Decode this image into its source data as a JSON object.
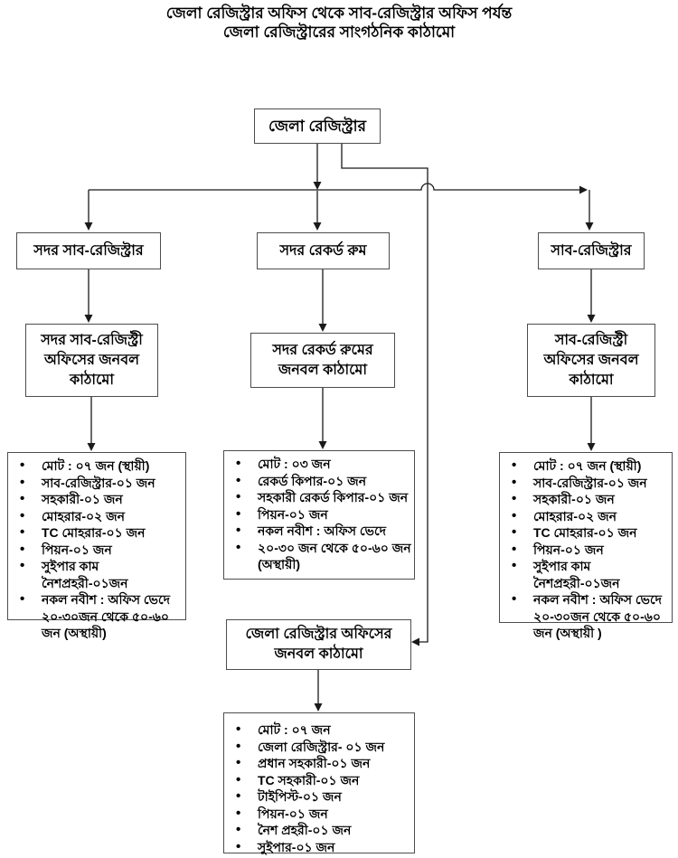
{
  "title": {
    "line1": "জেলা রেজিস্ট্রার অফিস থেকে সাব-রেজিস্ট্রার অফিস পর্যন্ত",
    "line2": "জেলা রেজিস্ট্রারের সাংগঠনিক কাঠামো"
  },
  "nodes": {
    "district_registrar": "জেলা রেজিস্ট্রার",
    "sadar_sub_registrar": "সদর সাব-রেজিস্ট্রার",
    "sadar_record_room": "সদর রেকর্ড রুম",
    "sub_registrar": "সাব-রেজিস্ট্রার",
    "sadar_sub_registry_staff": "সদর সাব-রেজিস্ট্রী অফিসের জনবল কাঠামো",
    "sadar_record_room_staff": "সদর রেকর্ড রুমের জনবল কাঠামো",
    "sub_registry_staff": "সাব-রেজিস্ট্রী অফিসের জনবল কাঠামো",
    "dr_office_staff": "জেলা রেজিস্ট্রার অফিসের জনবল কাঠামো"
  },
  "lists": {
    "sadar_sub_registry": [
      "মোট : ০৭ জন (স্থায়ী)",
      "সাব-রেজিস্ট্রার-০১ জন",
      "সহকারী-০১ জন",
      "মোহরার-০২ জন",
      "TC মোহরার-০১ জন",
      "পিয়ন-০১ জন",
      "সুইপার কাম নৈশপ্রহরী-০১জন",
      "নকল নবীশ : অফিস ভেদে ২০-৩০জন থেকে ৫০-৬০ জন (অস্থায়ী)"
    ],
    "sadar_record_room": [
      "মোট : ০৩ জন",
      "রেকর্ড কিপার-০১ জন",
      "সহকারী রেকর্ড কিপার-০১ জন",
      "পিয়ন-০১ জন",
      "নকল নবীশ : অফিস ভেদে",
      "২০-৩০ জন থেকে ৫০-৬০ জন (অস্থায়ী)"
    ],
    "sub_registry": [
      "মোট : ০৭ জন (স্থায়ী)",
      "সাব-রেজিস্ট্রার-০১ জন",
      "সহকারী-০১ জন",
      "মোহরার-০২ জন",
      "TC মোহরার-০১ জন",
      "পিয়ন-০১ জন",
      "সুইপার কাম নৈশপ্রহরী-০১জন",
      "নকল নবীশ : অফিস ভেদে ২০-৩০জন থেকে ৫০-৬০ জন (অস্থায়ী )"
    ],
    "dr_office": [
      "মোট : ০৭ জন",
      "জেলা রেজিস্ট্রার- ০১ জন",
      "প্রধান সহকারী-০১ জন",
      "TC সহকারী-০১ জন",
      "টাইপিস্ট-০১ জন",
      "পিয়ন-০১ জন",
      "নৈশ প্রহরী-০১ জন",
      "সুইপার-০১ জন"
    ]
  },
  "colors": {
    "line": "#1a1a1a",
    "box_border": "#4d4d4d",
    "text": "#000000",
    "background": "#ffffff"
  }
}
